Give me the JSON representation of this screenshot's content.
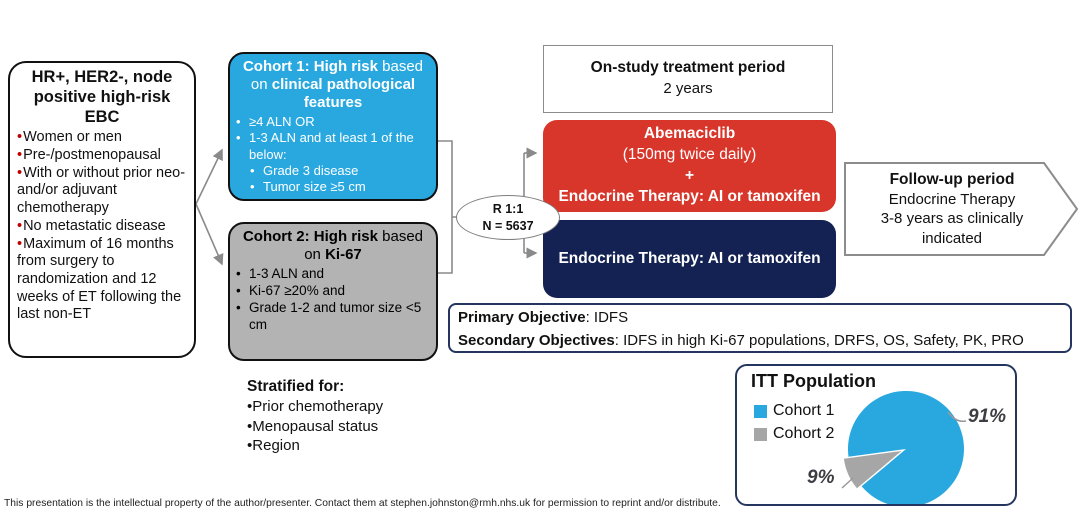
{
  "ui": {
    "bullet": "•"
  },
  "colors": {
    "cohort1_blue": "#29A8E0",
    "cohort2_gray": "#B3B3B3",
    "abemaciclib_red": "#D8362B",
    "control_navy": "#132253",
    "outline_navy": "#24365F",
    "bullet_red": "#C00000",
    "connector_gray": "#8a8a8a"
  },
  "eligibility": {
    "title": "HR+, HER2-, node positive high-risk EBC",
    "bullets": [
      "Women or men",
      "Pre-/postmenopausal",
      "With or without prior neo- and/or adjuvant chemotherapy",
      "No metastatic disease",
      "Maximum of 16 months from surgery to randomization and 12 weeks of ET following the last non-ET"
    ]
  },
  "cohort1": {
    "title_bold1": "Cohort 1: High risk",
    "title_mid": " based on ",
    "title_bold2": "clinical pathological features",
    "bullets": [
      "≥4 ALN OR",
      "1-3 ALN and at least 1 of the below:"
    ],
    "sub_bullets": [
      "Grade 3 disease",
      "Tumor size ≥5 cm"
    ]
  },
  "cohort2": {
    "title_bold1": "Cohort 2: High risk",
    "title_mid": " based on ",
    "title_bold2": "Ki-67",
    "bullets": [
      "1-3 ALN and",
      "Ki-67 ≥20% and",
      "Grade 1-2 and tumor size <5 cm"
    ]
  },
  "stratified": {
    "heading": "Stratified for:",
    "items": [
      "Prior chemotherapy",
      "Menopausal status",
      "Region"
    ]
  },
  "randomization": {
    "line1": "R 1:1",
    "line2": "N = 5637"
  },
  "on_study": {
    "title": "On-study treatment period",
    "subtitle": "2 years"
  },
  "arm_abemaciclib": {
    "line1": "Abemaciclib",
    "line2": "(150mg twice daily)",
    "line3": "+",
    "line4": "Endocrine Therapy: AI or tamoxifen"
  },
  "arm_control": {
    "label": "Endocrine Therapy: AI or tamoxifen"
  },
  "follow_up": {
    "title": "Follow-up period",
    "line2": "Endocrine Therapy",
    "line3": "3-8 years as clinically indicated"
  },
  "objectives": {
    "primary_label": "Primary Objective",
    "primary_value": ": IDFS",
    "secondary_label": "Secondary Objectives",
    "secondary_value": ": IDFS in high Ki-67 populations, DRFS, OS, Safety, PK, PRO"
  },
  "chart_data": {
    "type": "pie",
    "title": "ITT Population",
    "labels": [
      "Cohort 1",
      "Cohort 2"
    ],
    "values": [
      91,
      9
    ],
    "unit": "%",
    "colors": [
      "#29A8E0",
      "#A6A6A6"
    ],
    "annotations": [
      "91%",
      "9%"
    ],
    "legend_position": "left"
  },
  "footer": {
    "text": "This presentation is the intellectual property of the author/presenter. Contact them at stephen.johnston@rmh.nhs.uk for permission to reprint and/or distribute."
  }
}
